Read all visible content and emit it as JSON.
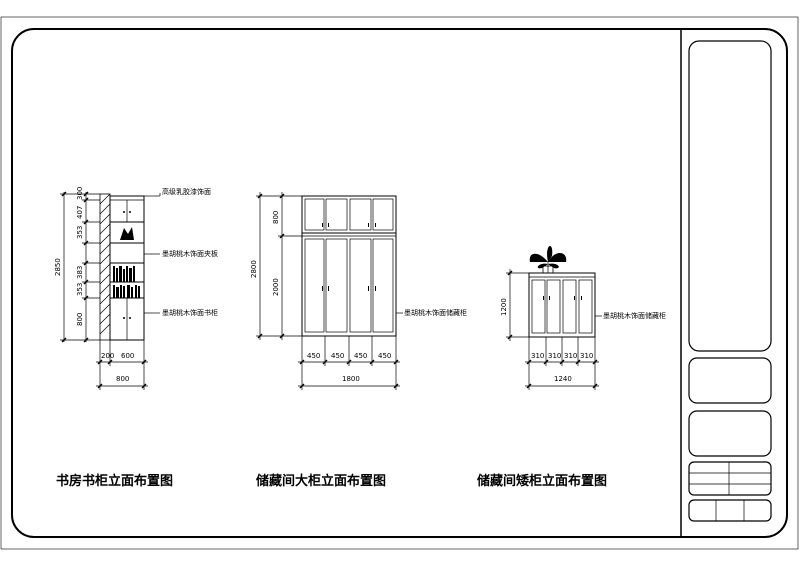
{
  "titles": {
    "study": "书房书柜立面布置图",
    "storage_tall": "储藏间大柜立面布置图",
    "storage_low": "储藏间矮柜立面布置图"
  },
  "study": {
    "notes": [
      "高级乳胶漆饰面",
      "墨胡桃木饰面夹板",
      "墨胡桃木饰面书柜"
    ],
    "v_dims": [
      "300",
      "407",
      "353",
      "383",
      "353",
      "800"
    ],
    "overall_height": "2850",
    "h_dims": [
      "200",
      "600"
    ],
    "overall_width": "800"
  },
  "storage_tall": {
    "note": "墨胡桃木饰面储藏柜",
    "v_dims": [
      "800"
    ],
    "inner_height": "2000",
    "overall_height": "2800",
    "h_dims": [
      "450",
      "450",
      "450",
      "450"
    ],
    "overall_width": "1800"
  },
  "storage_low": {
    "note": "墨胡桃木饰面储藏柜",
    "overall_height": "1200",
    "h_dims": [
      "310",
      "310",
      "310",
      "310"
    ],
    "overall_width": "1240"
  }
}
